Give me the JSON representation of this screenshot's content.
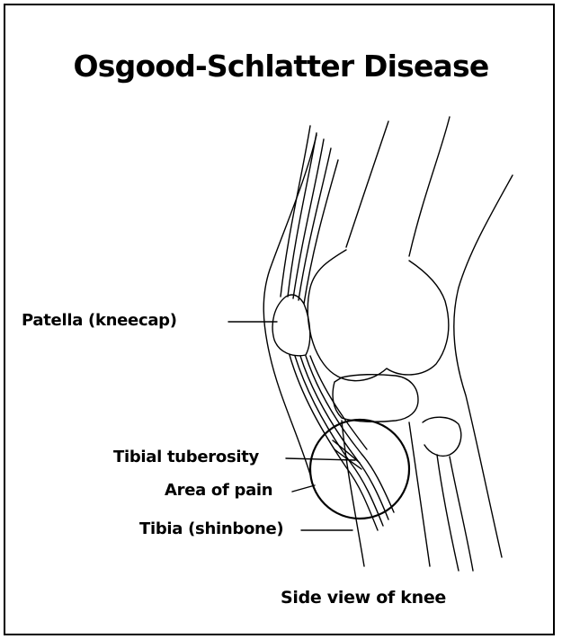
{
  "title": "Osgood-Schlatter Disease",
  "labels": {
    "patella": "Patella (kneecap)",
    "tibial_tuberosity": "Tibial tuberosity",
    "area_of_pain": "Area of pain",
    "tibia": "Tibia (shinbone)"
  },
  "caption": "Side view of knee"
}
